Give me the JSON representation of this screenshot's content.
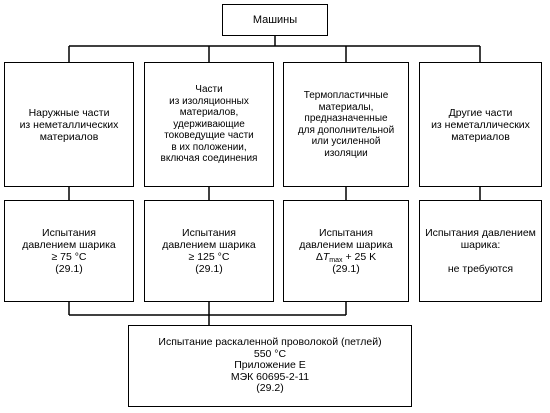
{
  "root": {
    "label": "Машины"
  },
  "categories": [
    {
      "lines": [
        "Наружные части",
        "из неметаллических",
        "материалов"
      ]
    },
    {
      "lines": [
        "Части",
        "из изоляционных",
        "материалов,",
        "удерживающие",
        "токоведущие части",
        "в их положении,",
        "включая соединения"
      ]
    },
    {
      "lines": [
        "Термопластичные",
        "материалы,",
        "предназначенные",
        "для дополнительной",
        "или усиленной",
        "изоляции"
      ]
    },
    {
      "lines": [
        "Другие части",
        "из неметаллических",
        "материалов"
      ]
    }
  ],
  "tests": [
    {
      "lines": [
        "Испытания",
        "давлением шарика",
        "≥ 75 °C",
        "(29.1)"
      ]
    },
    {
      "lines": [
        "Испытания",
        "давлением шарика",
        "≥ 125 °C",
        "(29.1)"
      ]
    },
    {
      "line1": "Испытания",
      "line2": "давлением шарика",
      "delta": "Δ",
      "t": "T",
      "sub": "max",
      "rest": " + 25 K",
      "line4": "(29.1)"
    },
    {
      "lines": [
        "Испытания давлением",
        "шарика:",
        "",
        "не требуются"
      ]
    }
  ],
  "glow_wire": {
    "lines": [
      "Испытание раскаленной проволокой (петлей)",
      "550 °C",
      "Приложение E",
      "МЭК 60695-2-11",
      "(29.2)"
    ]
  }
}
